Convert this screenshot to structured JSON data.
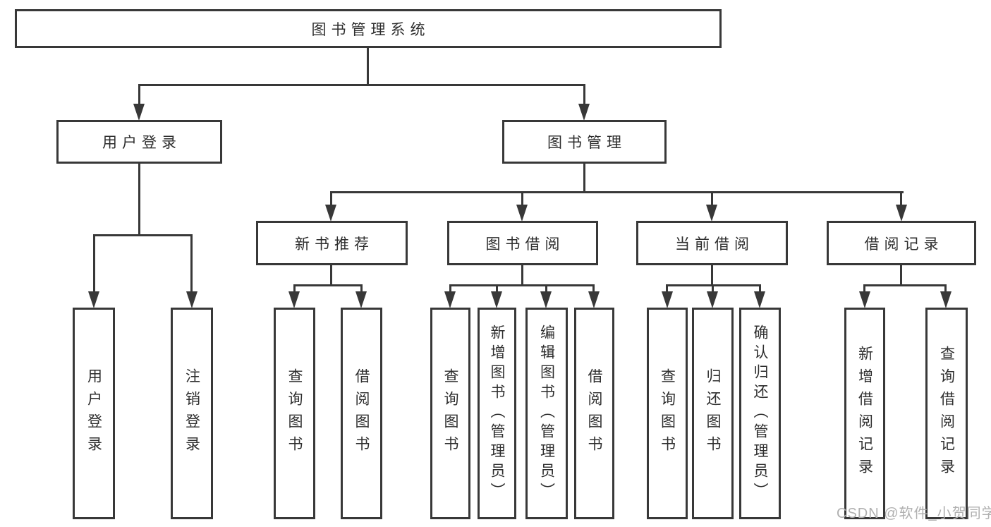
{
  "tree": {
    "label": "图书管理系统",
    "children": [
      {
        "label": "用户登录",
        "children": [
          {
            "label": "用户登录"
          },
          {
            "label": "注销登录"
          }
        ]
      },
      {
        "label": "图书管理",
        "children": [
          {
            "label": "新书推荐",
            "children": [
              {
                "label": "查询图书"
              },
              {
                "label": "借阅图书"
              }
            ]
          },
          {
            "label": "图书借阅",
            "children": [
              {
                "label": "查询图书"
              },
              {
                "label": "新增图书（管理员）"
              },
              {
                "label": "编辑图书（管理员）"
              },
              {
                "label": "借阅图书"
              }
            ]
          },
          {
            "label": "当前借阅",
            "children": [
              {
                "label": "查询图书"
              },
              {
                "label": "归还图书"
              },
              {
                "label": "确认归还（管理员）"
              }
            ]
          },
          {
            "label": "借阅记录",
            "children": [
              {
                "label": "新增借阅记录"
              },
              {
                "label": "查询借阅记录"
              }
            ]
          }
        ]
      }
    ]
  },
  "watermark": "CSDN @软件_小贺同学",
  "colors": {
    "line": "#383838",
    "text": "#2e2e2e",
    "watermark": "#b0b0b0",
    "background": "#ffffff"
  }
}
